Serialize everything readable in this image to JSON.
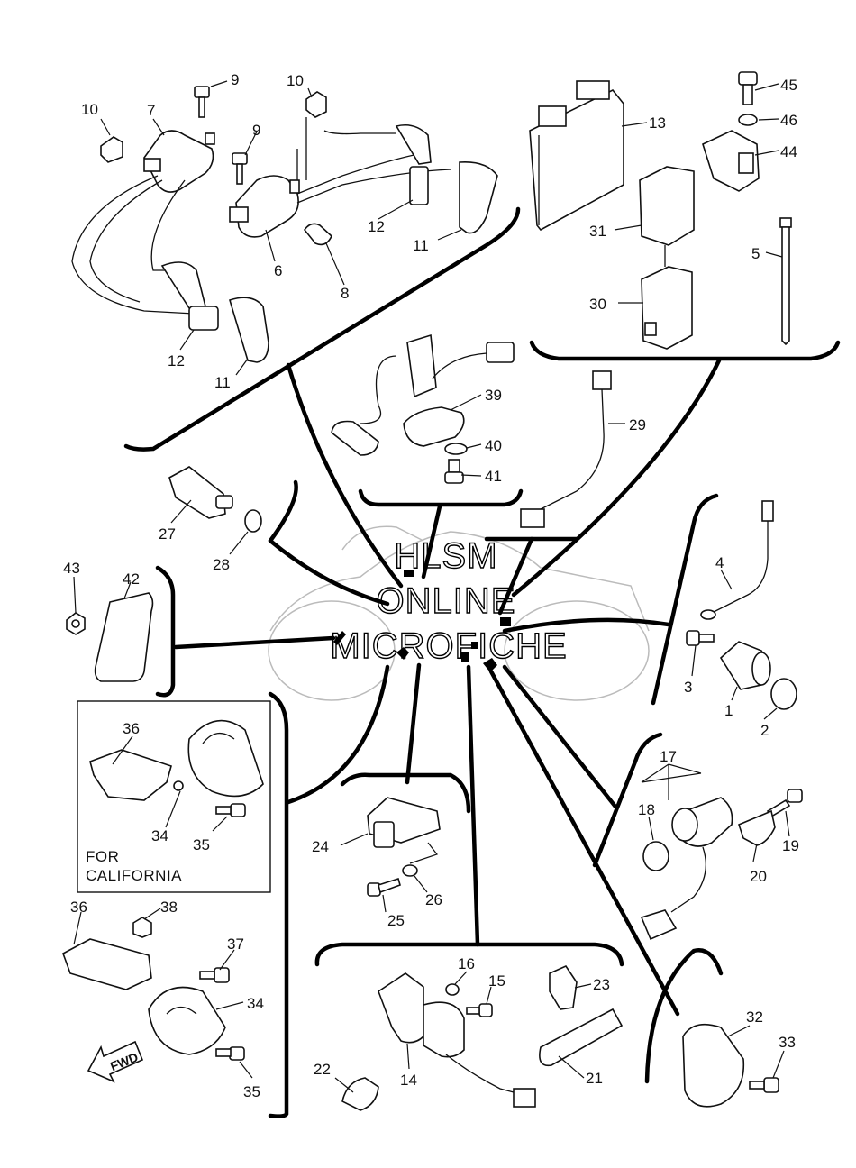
{
  "watermark": [
    "HLSM",
    "ONLINE",
    "MICROFICHE"
  ],
  "inset_note": [
    "FOR",
    "CALIFORNIA"
  ],
  "fwd_label": "FWD",
  "callouts": {
    "c10a": "10",
    "c7": "7",
    "c9a": "9",
    "c10b": "10",
    "c9b": "9",
    "c12a": "12",
    "c11a": "11",
    "c6": "6",
    "c8": "8",
    "c12b": "12",
    "c11b": "11",
    "c13": "13",
    "c45": "45",
    "c46": "46",
    "c44": "44",
    "c31": "31",
    "c5": "5",
    "c30": "30",
    "c39": "39",
    "c40": "40",
    "c41": "41",
    "c29": "29",
    "c27": "27",
    "c28": "28",
    "c43": "43",
    "c42": "42",
    "c4": "4",
    "c3": "3",
    "c1": "1",
    "c2": "2",
    "c36a": "36",
    "c34a": "34",
    "c35a": "35",
    "c17": "17",
    "c18": "18",
    "c19": "19",
    "c20": "20",
    "c24": "24",
    "c26": "26",
    "c25": "25",
    "c36b": "36",
    "c38": "38",
    "c37": "37",
    "c34b": "34",
    "c35b": "35",
    "c16": "16",
    "c15": "15",
    "c23": "23",
    "c14": "14",
    "c21": "21",
    "c22": "22",
    "c32": "32",
    "c33": "33"
  }
}
